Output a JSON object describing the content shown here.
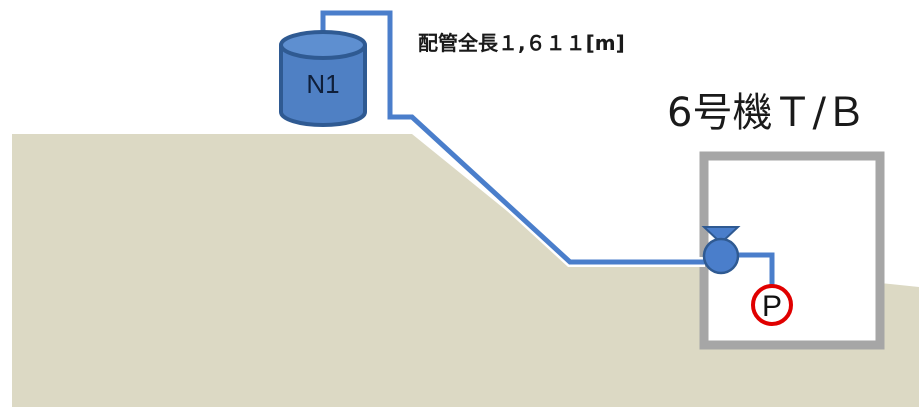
{
  "pipe_length_label": "配管全長１,６１１[m]",
  "building_label": "6号機Ｔ/Ｂ",
  "tank_label": "N1",
  "pump_label": "P",
  "colors": {
    "ground": "#dcd9c4",
    "pipe": "#4a7ecb",
    "tank_fill": "#4f80c4",
    "tank_stroke": "#2f5a92",
    "building_frame": "#a6a6a6",
    "pump_ring": "#e00000"
  },
  "icons": {
    "tank": "water-tank-icon",
    "valve": "valve-icon",
    "pump": "pump-icon"
  }
}
